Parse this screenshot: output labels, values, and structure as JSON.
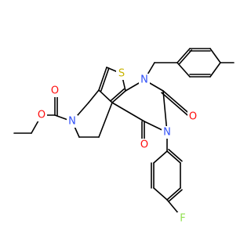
{
  "molecule": {
    "colors": {
      "bond": "#000000",
      "O": "#ff0d0d",
      "N": "#3050f8",
      "S": "#c8b400",
      "F": "#90e050"
    },
    "atom_labels": {
      "s1": "S",
      "n1": "N",
      "n2": "N",
      "n3": "N",
      "o_c2": "O",
      "o_c4": "O",
      "o_est_dbl": "O",
      "o_est_sgl": "O",
      "f": "F"
    }
  }
}
